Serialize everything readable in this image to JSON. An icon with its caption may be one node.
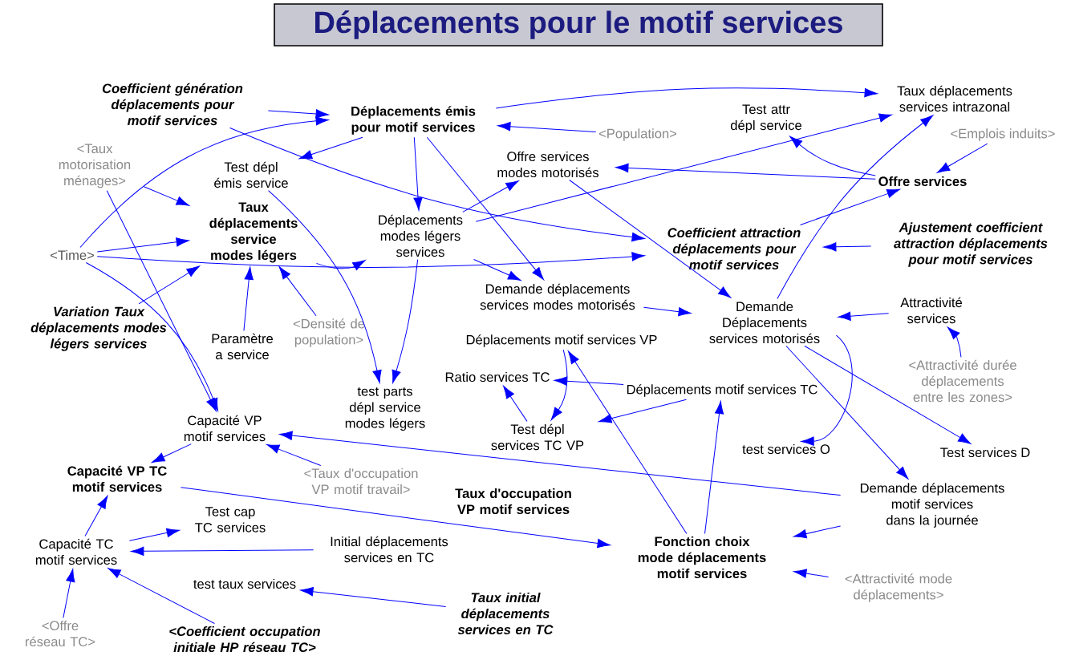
{
  "diagram": {
    "title": "Déplacements pour le motif services",
    "nodes": [
      {
        "text": [
          "Coefficient génération déplacements pour motif services"
        ]
      },
      {
        "text": [
          "Déplacements émis pour motif services"
        ]
      },
      {
        "text": [
          "<Population>"
        ]
      },
      {
        "text": [
          "Taux déplacements services intrazonal"
        ]
      },
      {
        "text": [
          "Test attr dépl service"
        ]
      },
      {
        "text": [
          "<Taux motorisation ménages>"
        ]
      },
      {
        "text": [
          "Test dépl émis service"
        ]
      },
      {
        "text": [
          "Offre services modes motorisés"
        ]
      },
      {
        "text": [
          "<Emplois induits>"
        ]
      },
      {
        "text": [
          "Offre services"
        ]
      },
      {
        "text": [
          "Taux déplacements service modes légers"
        ]
      },
      {
        "text": [
          "Déplacements modes légers services"
        ]
      },
      {
        "text": [
          "<Time>"
        ]
      },
      {
        "text": [
          "Coefficient attraction déplacements pour motif services"
        ]
      },
      {
        "text": [
          "Ajustement coefficient attraction déplacements pour motif services"
        ]
      },
      {
        "text": [
          "Demande déplacements services modes motorisés"
        ]
      },
      {
        "text": [
          "Demande Déplacements services motorisés"
        ]
      },
      {
        "text": [
          "Attractivité services"
        ]
      },
      {
        "text": [
          "Variation Taux déplacements modes légers services"
        ]
      },
      {
        "text": [
          "Paramètre a service"
        ]
      },
      {
        "text": [
          "<Densité de population>"
        ]
      },
      {
        "text": [
          "Déplacements motif services VP"
        ]
      },
      {
        "text": [
          "<Attractivité durée déplacements entre les zones>"
        ]
      },
      {
        "text": [
          "Ratio services TC"
        ]
      },
      {
        "text": [
          "Déplacements motif services TC"
        ]
      },
      {
        "text": [
          "test parts dépl service modes légers"
        ]
      },
      {
        "text": [
          "Test dépl services TC VP"
        ]
      },
      {
        "text": [
          "Capacité VP motif services"
        ]
      },
      {
        "text": [
          "test services O"
        ]
      },
      {
        "text": [
          "Test services D"
        ]
      },
      {
        "text": [
          "<Taux d'occupation VP motif travail>"
        ]
      },
      {
        "text": [
          "Capacité VP TC motif services"
        ]
      },
      {
        "text": [
          "Taux d'occupation VP motif services"
        ]
      },
      {
        "text": [
          "Demande déplacements motif services dans la journée"
        ]
      },
      {
        "text": [
          "Test cap TC services"
        ]
      },
      {
        "text": [
          "Capacité TC motif services"
        ]
      },
      {
        "text": [
          "Initial déplacements services en TC"
        ]
      },
      {
        "text": [
          "Fonction choix mode déplacements motif services"
        ]
      },
      {
        "text": [
          "test taux services"
        ]
      },
      {
        "text": [
          "<Attractivité mode déplacements>"
        ]
      },
      {
        "text": [
          "Taux initial déplacements services en TC"
        ]
      },
      {
        "text": [
          "<Offre réseau TC>"
        ]
      },
      {
        "text": [
          "<Coefficient occupation initiale HP réseau TC>"
        ]
      }
    ],
    "edges": [
      {
        "from": 0,
        "to": 1,
        "arrow": "to"
      },
      {
        "from": 0,
        "to": 13,
        "arrow": "to"
      },
      {
        "from": 12,
        "to": 1,
        "arrow": "to"
      },
      {
        "from": 1,
        "to": 6,
        "arrow": "to"
      },
      {
        "from": 1,
        "to": 3,
        "arrow": "to"
      },
      {
        "from": 2,
        "to": 1,
        "arrow": "to"
      },
      {
        "from": 1,
        "to": 11,
        "arrow": "to"
      },
      {
        "from": 1,
        "to": 15,
        "arrow": "to"
      },
      {
        "from": 5,
        "to": 10,
        "arrow": "to"
      },
      {
        "from": 5,
        "to": 27,
        "arrow": "to"
      },
      {
        "from": 12,
        "to": 10,
        "arrow": "to"
      },
      {
        "from": 12,
        "to": 13,
        "arrow": "to"
      },
      {
        "from": 12,
        "to": 27,
        "arrow": "to"
      },
      {
        "from": 18,
        "to": 10,
        "arrow": "to"
      },
      {
        "from": 19,
        "to": 10,
        "arrow": "to"
      },
      {
        "from": 20,
        "to": 10,
        "arrow": "to"
      },
      {
        "from": 10,
        "to": 11,
        "arrow": "to"
      },
      {
        "from": 6,
        "to": 25,
        "arrow": "to"
      },
      {
        "from": 11,
        "to": 25,
        "arrow": "to"
      },
      {
        "from": 11,
        "to": 7,
        "arrow": "to"
      },
      {
        "from": 11,
        "to": 3,
        "arrow": "to"
      },
      {
        "from": 11,
        "to": 15,
        "arrow": "to"
      },
      {
        "from": 9,
        "to": 7,
        "arrow": "to"
      },
      {
        "from": 9,
        "to": 4,
        "arrow": "to"
      },
      {
        "from": 8,
        "to": 9,
        "arrow": "to"
      },
      {
        "from": 13,
        "to": 9,
        "arrow": "to"
      },
      {
        "from": 14,
        "to": 13,
        "arrow": "to"
      },
      {
        "from": 7,
        "to": 16,
        "arrow": "to"
      },
      {
        "from": 15,
        "to": 16,
        "arrow": "to"
      },
      {
        "from": 16,
        "to": 3,
        "arrow": "to"
      },
      {
        "from": 17,
        "to": 16,
        "arrow": "to"
      },
      {
        "from": 22,
        "to": 17,
        "arrow": "to"
      },
      {
        "from": 16,
        "to": 28,
        "arrow": "to"
      },
      {
        "from": 16,
        "to": 29,
        "arrow": "to"
      },
      {
        "from": 16,
        "to": 33,
        "arrow": "to"
      },
      {
        "from": 24,
        "to": 23,
        "arrow": "to"
      },
      {
        "from": 24,
        "to": 26,
        "arrow": "to"
      },
      {
        "from": 21,
        "to": 26,
        "arrow": "to"
      },
      {
        "from": 37,
        "to": 21,
        "arrow": "to"
      },
      {
        "from": 37,
        "to": 24,
        "arrow": "to"
      },
      {
        "from": 26,
        "to": 23,
        "arrow": "to"
      },
      {
        "from": 33,
        "to": 27,
        "arrow": "to"
      },
      {
        "from": 30,
        "to": 27,
        "arrow": "to"
      },
      {
        "from": 27,
        "to": 31,
        "arrow": "to"
      },
      {
        "from": 31,
        "to": 37,
        "arrow": "to"
      },
      {
        "from": 33,
        "to": 37,
        "arrow": "to"
      },
      {
        "from": 39,
        "to": 37,
        "arrow": "to"
      },
      {
        "from": 35,
        "to": 31,
        "arrow": "to"
      },
      {
        "from": 35,
        "to": 34,
        "arrow": "to"
      },
      {
        "from": 36,
        "to": 35,
        "arrow": "to"
      },
      {
        "from": 40,
        "to": 38,
        "arrow": "to"
      },
      {
        "from": 41,
        "to": 35,
        "arrow": "to"
      },
      {
        "from": 42,
        "to": 35,
        "arrow": "to"
      }
    ]
  }
}
